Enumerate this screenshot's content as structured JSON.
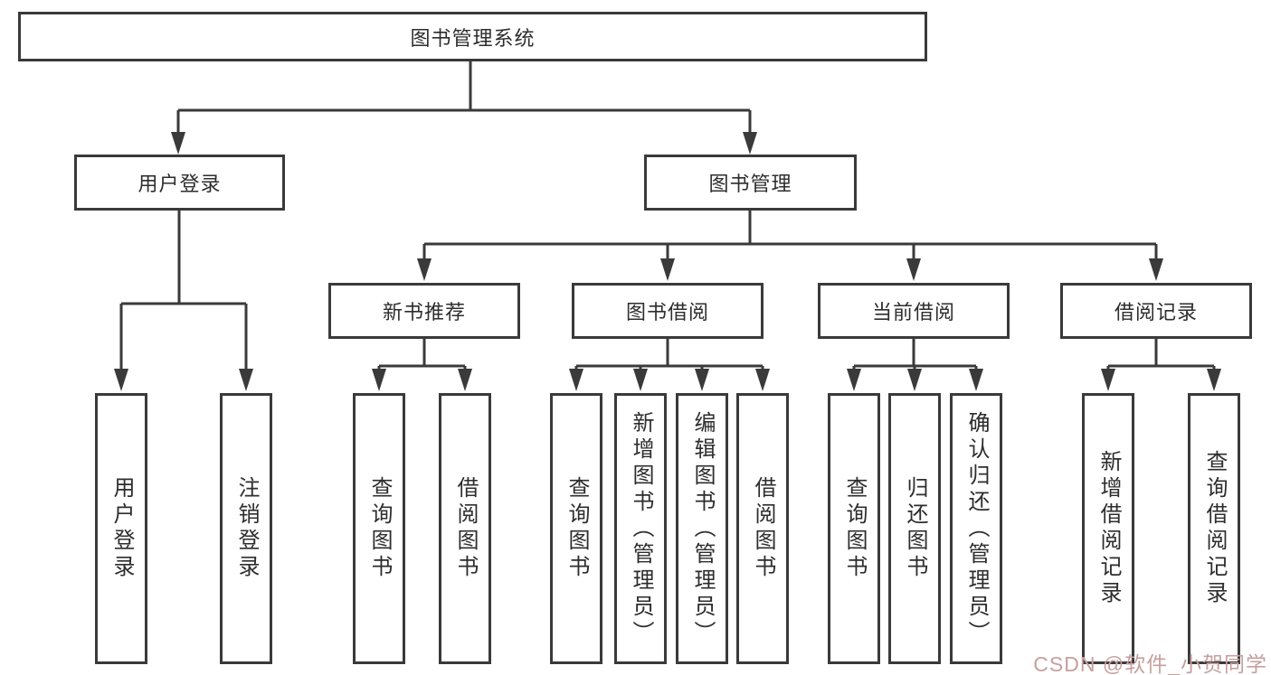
{
  "colors": {
    "line": "#3a3a3a",
    "text": "#2d2d2d",
    "box_background": "#ffffff",
    "watermark": "#c79f9f"
  },
  "watermark": {
    "text": "CSDN @软件_小贺同学"
  },
  "tree": {
    "root": "图书管理系统",
    "children": [
      {
        "label": "用户登录",
        "children": [
          "用户登录",
          "注销登录"
        ]
      },
      {
        "label": "图书管理",
        "children": [
          {
            "label": "新书推荐",
            "children": [
              "查询图书",
              "借阅图书"
            ]
          },
          {
            "label": "图书借阅",
            "children": [
              "查询图书",
              "新增图书（管理员）",
              "编辑图书（管理员）",
              "借阅图书"
            ]
          },
          {
            "label": "当前借阅",
            "children": [
              "查询图书",
              "归还图书",
              "确认归还（管理员）"
            ]
          },
          {
            "label": "借阅记录",
            "children": [
              "新增借阅记录",
              "查询借阅记录"
            ]
          }
        ]
      }
    ]
  }
}
